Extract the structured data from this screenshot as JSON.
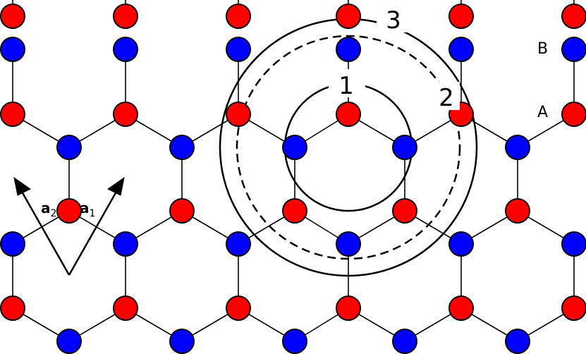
{
  "labels": {
    "site_b": "B",
    "site_a": "A",
    "shell_1": "1",
    "shell_2": "2",
    "shell_3": "3",
    "vec_a2_bold": "a",
    "vec_a2_sub": "2",
    "vec_a1_bold": "a",
    "vec_a1_sub": "1"
  },
  "colors": {
    "sublattice_a": "#ff0000",
    "sublattice_b": "#0000ff",
    "bond": "#000000",
    "outline": "#000000",
    "background": "#ffffff"
  }
}
